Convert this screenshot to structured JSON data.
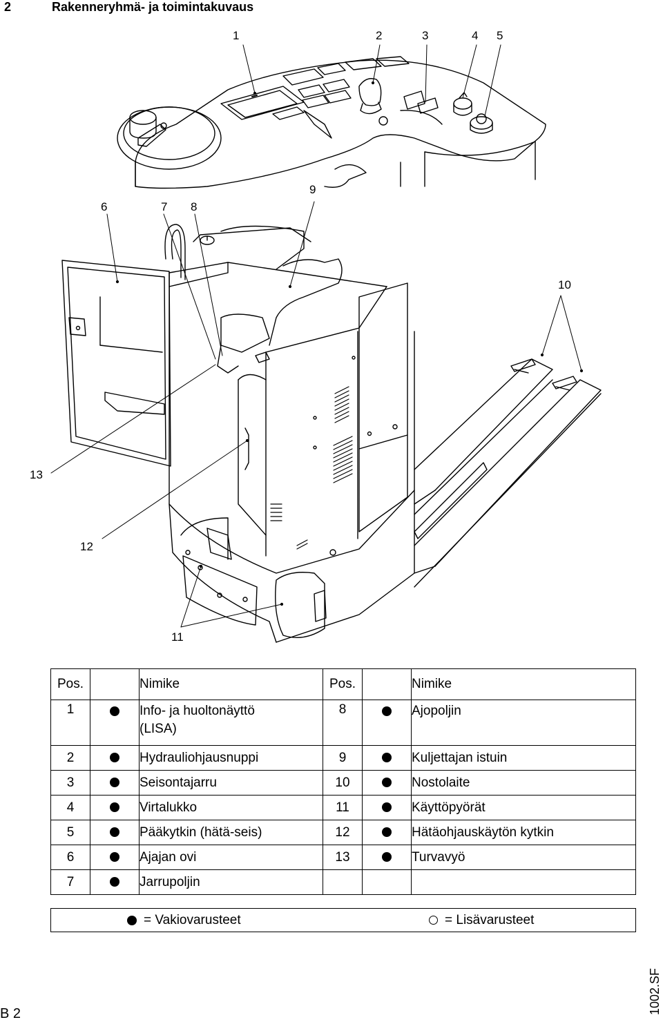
{
  "section": {
    "number": "2",
    "title": "Rakenneryhmä- ja toimintakuvaus"
  },
  "callouts": [
    "1",
    "2",
    "3",
    "4",
    "5",
    "6",
    "7",
    "8",
    "9",
    "10",
    "11",
    "12",
    "13"
  ],
  "legend": {
    "headers": {
      "pos": "Pos.",
      "name": "Nimike"
    },
    "rows": [
      {
        "pos1": "1",
        "mark1": "standard",
        "name1a": "Info- ja huoltonäyttö",
        "name1b": "(LISA)",
        "pos2": "8",
        "mark2": "standard",
        "name2": "Ajopoljin"
      },
      {
        "pos1": "2",
        "mark1": "standard",
        "name1": "Hydrauliohjausnuppi",
        "pos2": "9",
        "mark2": "standard",
        "name2": "Kuljettajan istuin"
      },
      {
        "pos1": "3",
        "mark1": "standard",
        "name1": "Seisontajarru",
        "pos2": "10",
        "mark2": "standard",
        "name2": "Nostolaite"
      },
      {
        "pos1": "4",
        "mark1": "standard",
        "name1": "Virtalukko",
        "pos2": "11",
        "mark2": "standard",
        "name2": "Käyttöpyörät"
      },
      {
        "pos1": "5",
        "mark1": "standard",
        "name1": "Pääkytkin (hätä-seis)",
        "pos2": "12",
        "mark2": "standard",
        "name2": "Hätäohjauskäytön kytkin"
      },
      {
        "pos1": "6",
        "mark1": "standard",
        "name1": "Ajajan ovi",
        "pos2": "13",
        "mark2": "standard",
        "name2": "Turvavyö"
      },
      {
        "pos1": "7",
        "mark1": "standard",
        "name1": "Jarrupoljin",
        "pos2": "",
        "mark2": "",
        "name2": ""
      }
    ]
  },
  "key": {
    "standard": "= Vakiovarusteet",
    "optional": "= Lisävarusteet"
  },
  "doc_ref": "1002.SF",
  "page_number": "B 2"
}
